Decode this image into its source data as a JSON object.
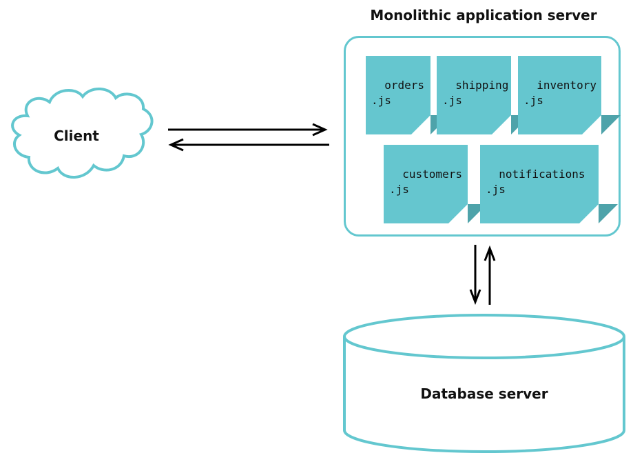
{
  "title": "Monolithic application server",
  "client": {
    "label": "Client"
  },
  "database": {
    "label": "Database server"
  },
  "files": [
    {
      "name": "orders\n.js"
    },
    {
      "name": "shipping\n.js"
    },
    {
      "name": "inventory\n.js"
    },
    {
      "name": "customers\n.js"
    },
    {
      "name": "notifications\n.js"
    }
  ],
  "colors": {
    "accent": "#63c7cf",
    "note": "#65c6cf",
    "note_fold": "#4ea3aa",
    "arrow": "#000000"
  }
}
